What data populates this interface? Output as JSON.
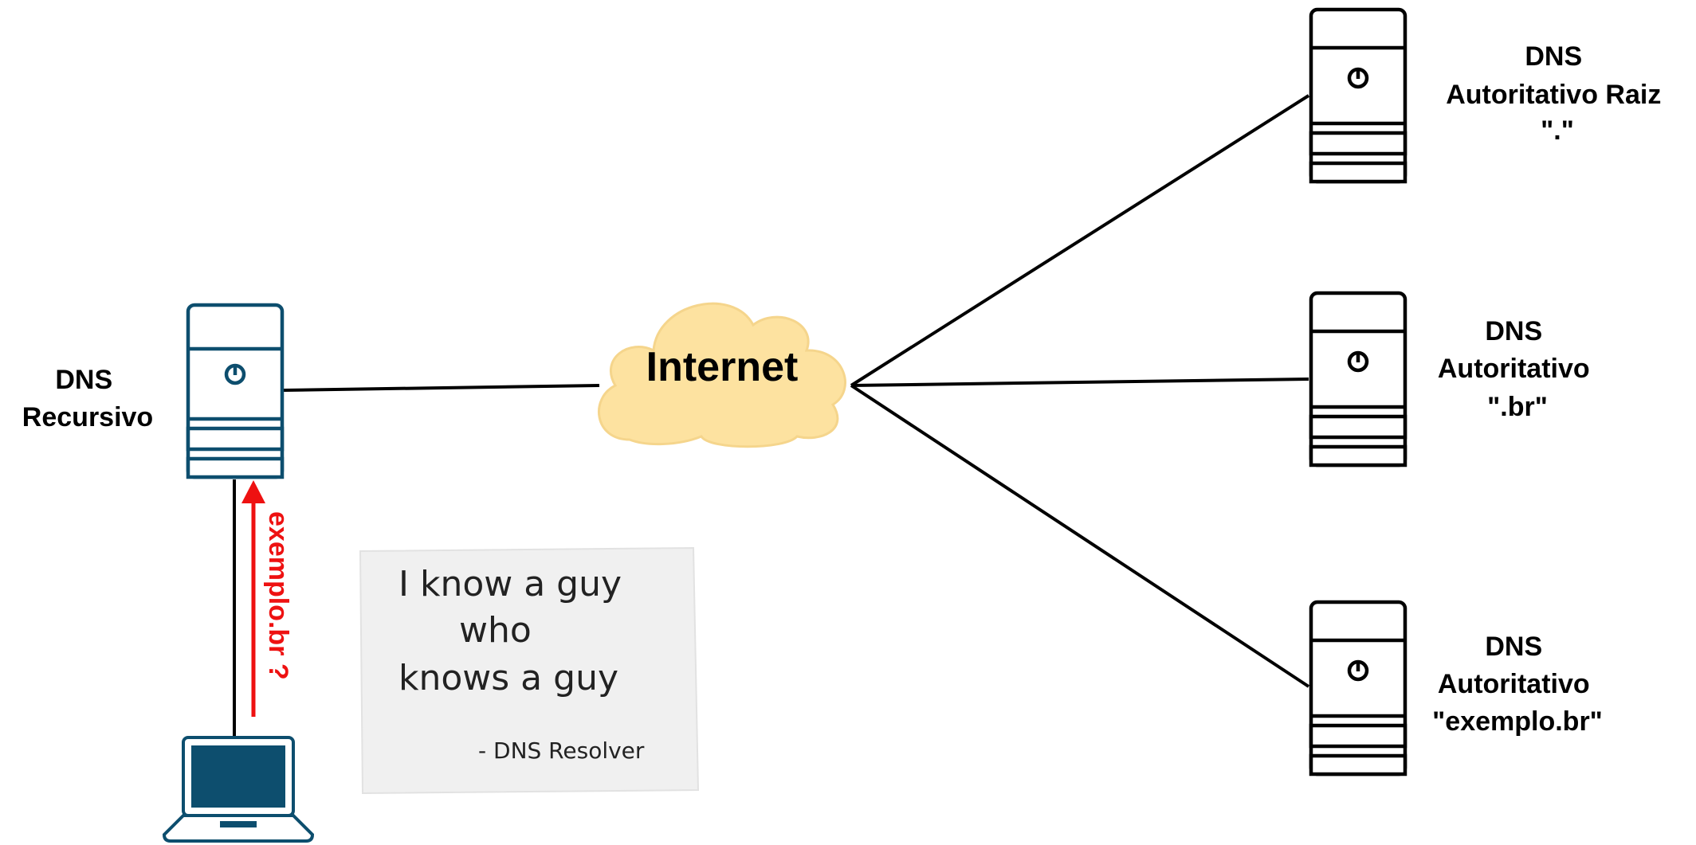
{
  "recursive": {
    "line1": "DNS",
    "line2": "Recursivo"
  },
  "internet": {
    "label": "Internet"
  },
  "query": {
    "label": "exemplo.br ?"
  },
  "root": {
    "line1": "DNS",
    "line2": "Autoritativo Raiz",
    "line3": "\".\""
  },
  "br": {
    "line1": "DNS",
    "line2": "Autoritativo",
    "line3": "\".br\""
  },
  "exemplo": {
    "line1": "DNS",
    "line2": "Autoritativo",
    "line3": "\"exemplo.br\""
  },
  "note": {
    "line1": "I know a guy",
    "line2": "who",
    "line3": "knows a guy",
    "line4": "- DNS Resolver"
  },
  "colors": {
    "recursive_server": "#0d4e6e",
    "laptop": "#0d4e6e",
    "cloud_fill": "#fde2a0",
    "cloud_stroke": "#f5d58c",
    "arrow": "#ee1111",
    "note_bg": "#f0f0f0"
  },
  "icons": {
    "recursive_server": "server-icon",
    "authoritative_server": "server-icon",
    "client": "laptop-icon",
    "internet": "cloud-icon"
  }
}
